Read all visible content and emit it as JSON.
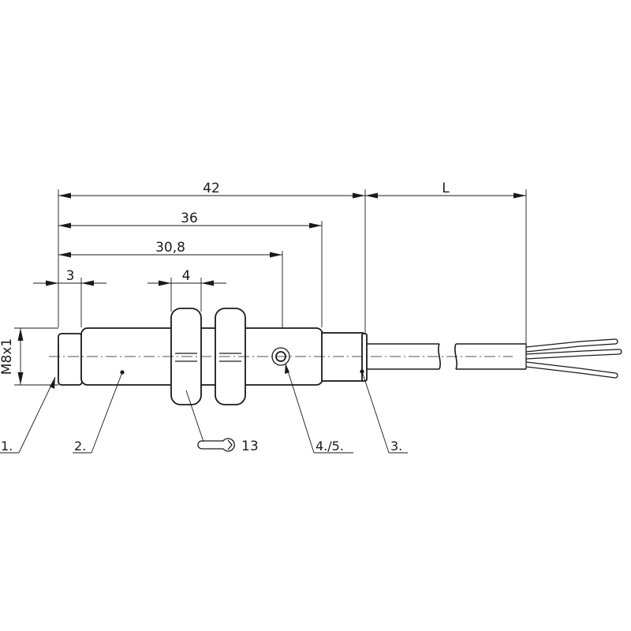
{
  "dimensions": {
    "overall_length": "42",
    "housing_length": "36",
    "to_led": "30,8",
    "front_cap": "3",
    "nut_width": "4",
    "cable_length": "L",
    "thread": "M8x1"
  },
  "wrench": {
    "size": "13"
  },
  "callouts": {
    "c1": "1.",
    "c2": "2.",
    "c3": "3.",
    "c45": "4./5."
  }
}
